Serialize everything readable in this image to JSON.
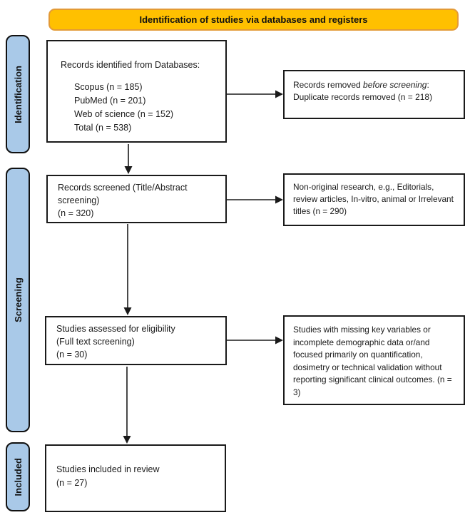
{
  "header": {
    "title": "Identification of studies via databases and registers"
  },
  "stages": {
    "identification": "Identification",
    "screening": "Screening",
    "included": "Included"
  },
  "boxes": {
    "records_identified": {
      "title": "Records identified from Databases:",
      "items": [
        "Scopus (n = 185)",
        "PubMed (n = 201)",
        "Web of science (n = 152)",
        "Total (n = 538)"
      ]
    },
    "records_removed": {
      "line1_prefix": "Records removed ",
      "line1_italic": "before screening",
      "line1_suffix": ":",
      "line2": "Duplicate records removed (n = 218)"
    },
    "records_screened": {
      "line1": "Records screened (Title/Abstract screening)",
      "line2": "(n = 320)"
    },
    "non_original": {
      "text": "Non-original research, e.g., Editorials, review articles, In-vitro, animal or Irrelevant titles (n = 290)"
    },
    "studies_assessed": {
      "line1": "Studies assessed for eligibility",
      "line2": "(Full text screening)",
      "line3": "(n = 30)"
    },
    "studies_excluded": {
      "text": "Studies with missing key variables or incomplete demographic data or/and focused primarily on quantification, dosimetry or technical validation without reporting significant clinical outcomes. (n = 3)"
    },
    "studies_included": {
      "line1": "Studies included in review",
      "line2": "(n = 27)"
    }
  },
  "colors": {
    "header_fill": "#FFC000",
    "header_border": "#E39A36",
    "stage_fill": "#A9C9E8",
    "box_border": "#1A1A1A",
    "arrow": "#1A1A1A",
    "background": "#FFFFFF"
  }
}
